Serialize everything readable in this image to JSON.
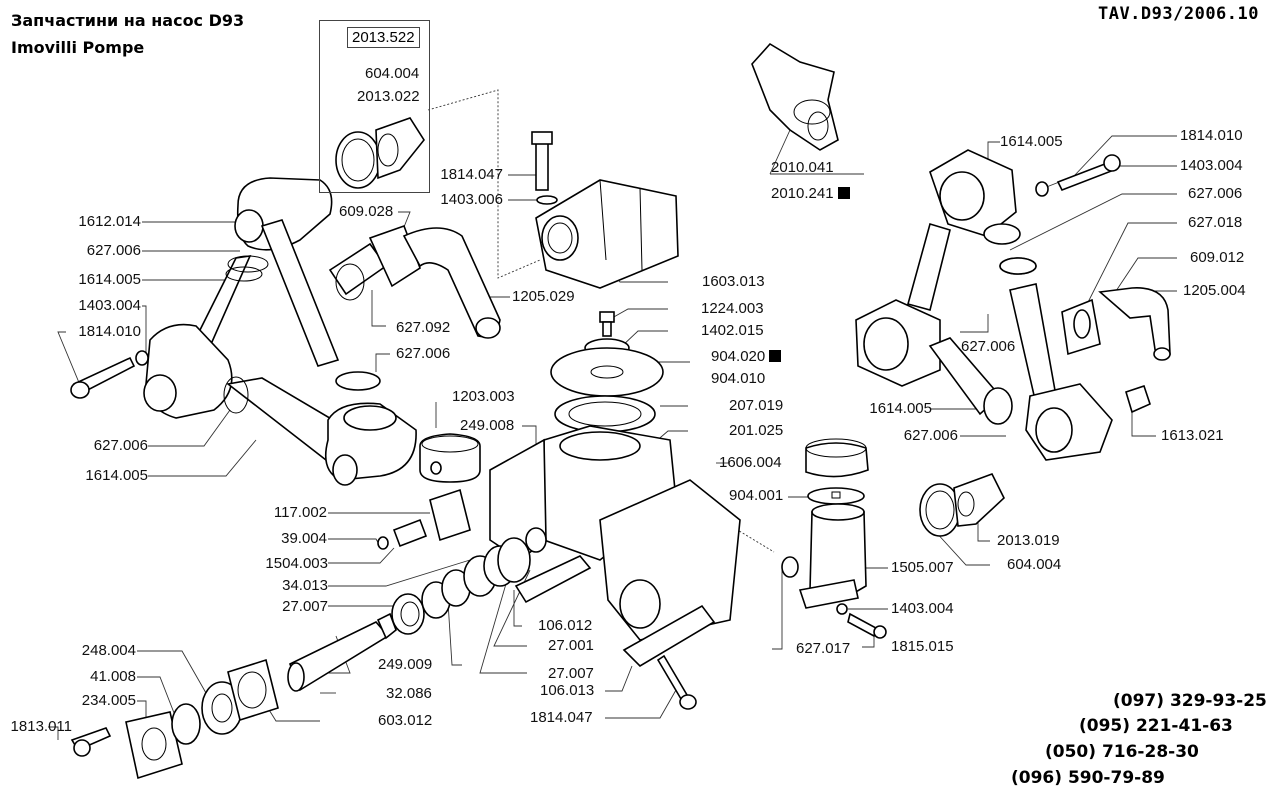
{
  "header": {
    "title_line1": "Запчастини на насос D93",
    "title_line2": "Imovilli Pompe",
    "doc_id": "TAV.D93/2006.10"
  },
  "kit": {
    "code": "2013.522",
    "parts": [
      "604.004",
      "2013.022"
    ]
  },
  "labels": {
    "l_1612_014": "1612.014",
    "l_627_006_a": "627.006",
    "l_1614_005_a": "1614.005",
    "l_1403_004_a": "1403.004",
    "l_1814_010_a": "1814.010",
    "l_627_006_b": "627.006",
    "l_1614_005_b": "1614.005",
    "l_609_028": "609.028",
    "l_627_092": "627.092",
    "l_627_006_c": "627.006",
    "l_1205_029": "1205.029",
    "l_1814_047_a": "1814.047",
    "l_1403_006": "1403.006",
    "l_1603_013": "1603.013",
    "l_2010_041": "2010.041",
    "l_2010_241": "2010.241",
    "l_1224_003": "1224.003",
    "l_1402_015": "1402.015",
    "l_904_020": "904.020",
    "l_904_010": "904.010",
    "l_207_019": "207.019",
    "l_201_025": "201.025",
    "l_1203_003": "1203.003",
    "l_249_008": "249.008",
    "l_1606_004": "1606.004",
    "l_904_001": "904.001",
    "l_1505_007": "1505.007",
    "l_1403_004_c": "1403.004",
    "l_1815_015": "1815.015",
    "l_627_017": "627.017",
    "l_2013_019": "2013.019",
    "l_604_004_b": "604.004",
    "l_1614_005_c": "1614.005",
    "l_1814_010_b": "1814.010",
    "l_1403_004_b": "1403.004",
    "l_627_006_d": "627.006",
    "l_627_018": "627.018",
    "l_609_012": "609.012",
    "l_1205_004": "1205.004",
    "l_627_006_e": "627.006",
    "l_1614_005_d": "1614.005",
    "l_627_006_f": "627.006",
    "l_1613_021": "1613.021",
    "l_117_002": "117.002",
    "l_39_004": "39.004",
    "l_1504_003": "1504.003",
    "l_34_013": "34.013",
    "l_27_007_a": "27.007",
    "l_248_004": "248.004",
    "l_41_008": "41.008",
    "l_234_005": "234.005",
    "l_1813_011": "1813.011",
    "l_249_009": "249.009",
    "l_32_086": "32.086",
    "l_603_012": "603.012",
    "l_106_012": "106.012",
    "l_27_001": "27.001",
    "l_27_007_b": "27.007",
    "l_106_013": "106.013",
    "l_1814_047_b": "1814.047"
  },
  "marked_parts_note": "■",
  "contacts": {
    "phones": [
      "(097) 329-93-25",
      "(095) 221-41-63",
      "(050) 716-28-30",
      "(096) 590-79-89"
    ]
  }
}
